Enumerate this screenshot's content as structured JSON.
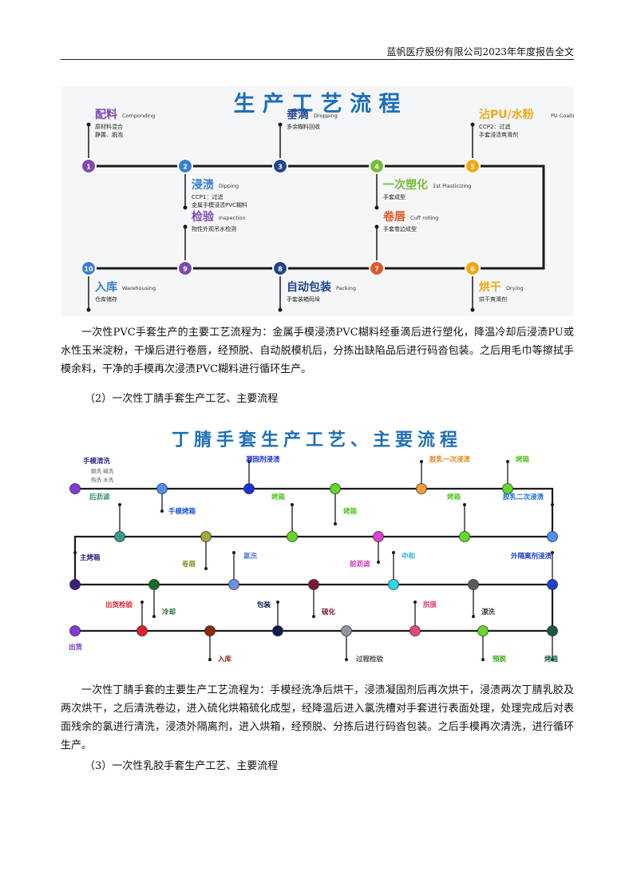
{
  "header": {
    "title": "蓝帆医疗股份有限公司2023年年度报告全文"
  },
  "figure1": {
    "title": "生 产 工 艺 流 程",
    "steps": [
      {
        "num": "1",
        "name": "配料",
        "en": "Componding",
        "notes": [
          "原材料混合",
          "静置、脱泡"
        ]
      },
      {
        "num": "2",
        "name": "浸渍",
        "en": "Dipping",
        "notes": [
          "CCP1：过滤",
          "金属手模浸渍PVC糊料"
        ]
      },
      {
        "num": "3",
        "name": "垂滴",
        "en": "Dropping",
        "notes": [
          "多余糊料回收"
        ]
      },
      {
        "num": "4",
        "name": "一次塑化",
        "en": "1st Plasticizing",
        "notes": [
          "手套成型"
        ]
      },
      {
        "num": "5",
        "name": "沾PU/水粉",
        "en": "PU Coating",
        "notes": [
          "CCP2：过滤",
          "手套浸渍爽滑剂"
        ]
      },
      {
        "num": "6",
        "name": "烘干",
        "en": "Drying",
        "notes": [
          "烘干爽滑剂"
        ]
      },
      {
        "num": "7",
        "name": "卷唇",
        "en": "Cuff rolling",
        "notes": [
          "手套卷边成型"
        ]
      },
      {
        "num": "8",
        "name": "自动包装",
        "en": "Packing",
        "notes": [
          "手套装箱码垛"
        ]
      },
      {
        "num": "9",
        "name": "检验",
        "en": "Inspection",
        "notes": [
          "物性外观吊水检测"
        ]
      },
      {
        "num": "10",
        "name": "入库",
        "en": "Warehousing",
        "notes": [
          "仓库储存"
        ]
      }
    ]
  },
  "paragraph1": "一次性PVC手套生产的主要工艺流程为：金属手模浸渍PVC糊料经垂滴后进行塑化，降温冷却后浸渍PU或水性玉米淀粉，干燥后进行卷唇，经预脱、自动脱模机后，分拣出缺陷品后进行码沓包装。之后用毛巾等擦拭手模余料，干净的手模再次浸渍PVC糊料进行循环生产。",
  "subheading2": "（2）一次性丁腈手套生产工艺、主要流程",
  "figure2": {
    "title": "丁腈手套生产工艺、主要流程",
    "row1": [
      {
        "label": "手模清洗",
        "sub": [
          "酸洗  碱洗",
          "热洗  水洗"
        ],
        "color": "#7d3cd8",
        "textColor": "#2a2a8a"
      },
      {
        "label": "手模烤箱",
        "color": "#4f8ff0",
        "textColor": "#1d56d6"
      },
      {
        "label": "凝固剂浸渍",
        "color": "#1c2fd8",
        "textColor": "#1c2fd8"
      },
      {
        "label": "烤箱",
        "color": "#63d82a",
        "textColor": "#55c323"
      },
      {
        "label": "胶乳一次浸渍",
        "color": "#f0a030",
        "textColor": "#e08a20"
      },
      {
        "label": "烤箱",
        "color": "#63d82a",
        "textColor": "#55c323"
      }
    ],
    "row2": [
      {
        "label": "后沥滤",
        "color": "#3a9a8a",
        "textColor": "#2e8a7a"
      },
      {
        "label": "卷唇",
        "color": "#a7a83a",
        "textColor": "#8d8e20"
      },
      {
        "label": "烤箱",
        "color": "#63d82a",
        "textColor": "#55c323"
      },
      {
        "label": "前沥滤",
        "color": "#e040d0",
        "textColor": "#d030c0"
      },
      {
        "label": "烤箱",
        "color": "#63d82a",
        "textColor": "#55c323"
      },
      {
        "label": "胶乳二次浸渍",
        "color": "#4f8ff0",
        "textColor": "#1d6ae0"
      }
    ],
    "row3": [
      {
        "label": "主烤箱",
        "color": "#3a2080",
        "textColor": "#2a1a80"
      },
      {
        "label": "冷却",
        "color": "#1a6a2a",
        "textColor": "#1a6a2a"
      },
      {
        "label": "氯洗",
        "color": "#6a90e0",
        "textColor": "#5a7ed0"
      },
      {
        "label": "硫化",
        "color": "#7a1a3a",
        "textColor": "#7a1a3a"
      },
      {
        "label": "中和",
        "color": "#2ad8e8",
        "textColor": "#20b8d0"
      },
      {
        "label": "漂洗",
        "color": "#5a5a5a",
        "textColor": "#444444"
      },
      {
        "label": "外隔离剂浸渍",
        "color": "#2040c8",
        "textColor": "#2040c8"
      }
    ],
    "row4": [
      {
        "label": "出货",
        "color": "#7d3cd8",
        "textColor": "#6a30c8"
      },
      {
        "label": "出货检验",
        "color": "#e0202a",
        "textColor": "#e0202a"
      },
      {
        "label": "入库",
        "color": "#8a2a10",
        "textColor": "#8a2a10"
      },
      {
        "label": "包装",
        "color": "#101a50",
        "textColor": "#101a50"
      },
      {
        "label": "过程检验",
        "color": "#8a9aa0",
        "textColor": "#555555"
      },
      {
        "label": "脱膜",
        "color": "#e04880",
        "textColor": "#e04880"
      },
      {
        "label": "预脱",
        "color": "#63d82a",
        "textColor": "#44a820"
      },
      {
        "label": "烤箱",
        "color": "#1a5a40",
        "textColor": "#1a5a40"
      }
    ]
  },
  "paragraph2": "一次性丁腈手套的主要生产工艺流程为：手模经洗净后烘干，浸渍凝固剂后再次烘干，浸渍两次丁腈乳胶及两次烘干，之后清洗卷边，进入硫化烘箱硫化成型，经降温后进入氯洗槽对手套进行表面处理，处理完成后对表面残余的氯进行清洗，浸渍外隔离剂，进入烘箱，经预脱、分拣后进行码沓包装。之后手模再次清洗，进行循环生产。",
  "subheading3": "（3）一次性乳胶手套生产工艺、主要流程",
  "colors": {
    "flow_line": "#1a1a1a",
    "title_blue": "#1e6fb8",
    "node_purple": "#7d4ab0",
    "node_blue": "#3a7ed4",
    "node_navy": "#24448c",
    "node_green": "#7aba3a",
    "node_orange": "#f0a818",
    "node_red": "#e05a2a"
  }
}
